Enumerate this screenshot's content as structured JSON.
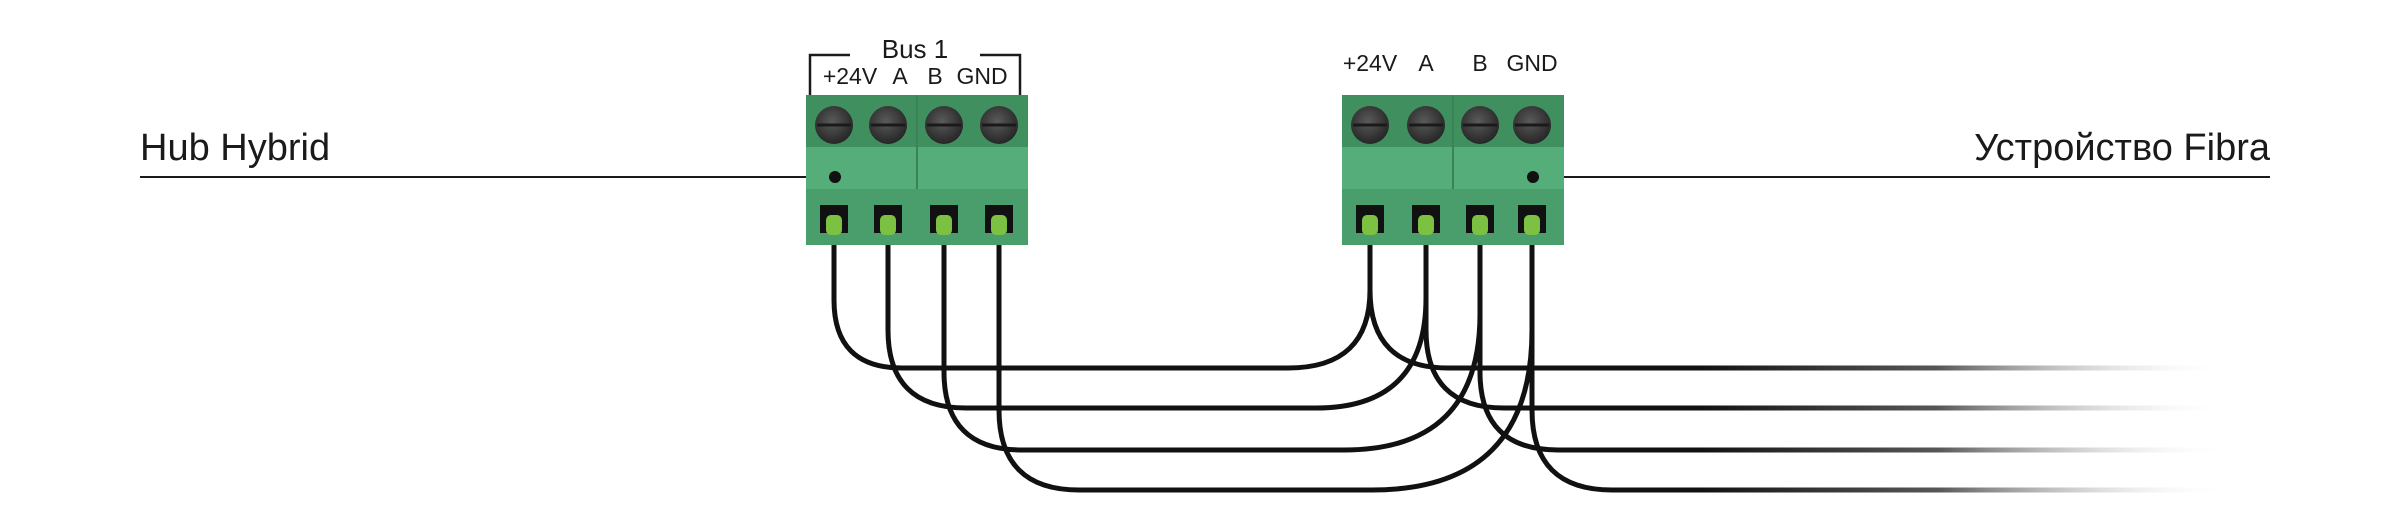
{
  "left_device": {
    "label": "Hub Hybrid"
  },
  "right_device": {
    "label": "Устройство Fibra"
  },
  "left_terminal": {
    "bus_label": "Bus 1",
    "pins": [
      "+24V",
      "A",
      "B",
      "GND"
    ]
  },
  "right_terminal": {
    "pins": [
      "+24V",
      "A",
      "B",
      "GND"
    ]
  },
  "colors": {
    "terminal_body": "#4fa572",
    "terminal_top": "#3f8f5f",
    "screw": "#3a3a3a",
    "pin_contact": "#7cc142",
    "wire": "#111111"
  }
}
